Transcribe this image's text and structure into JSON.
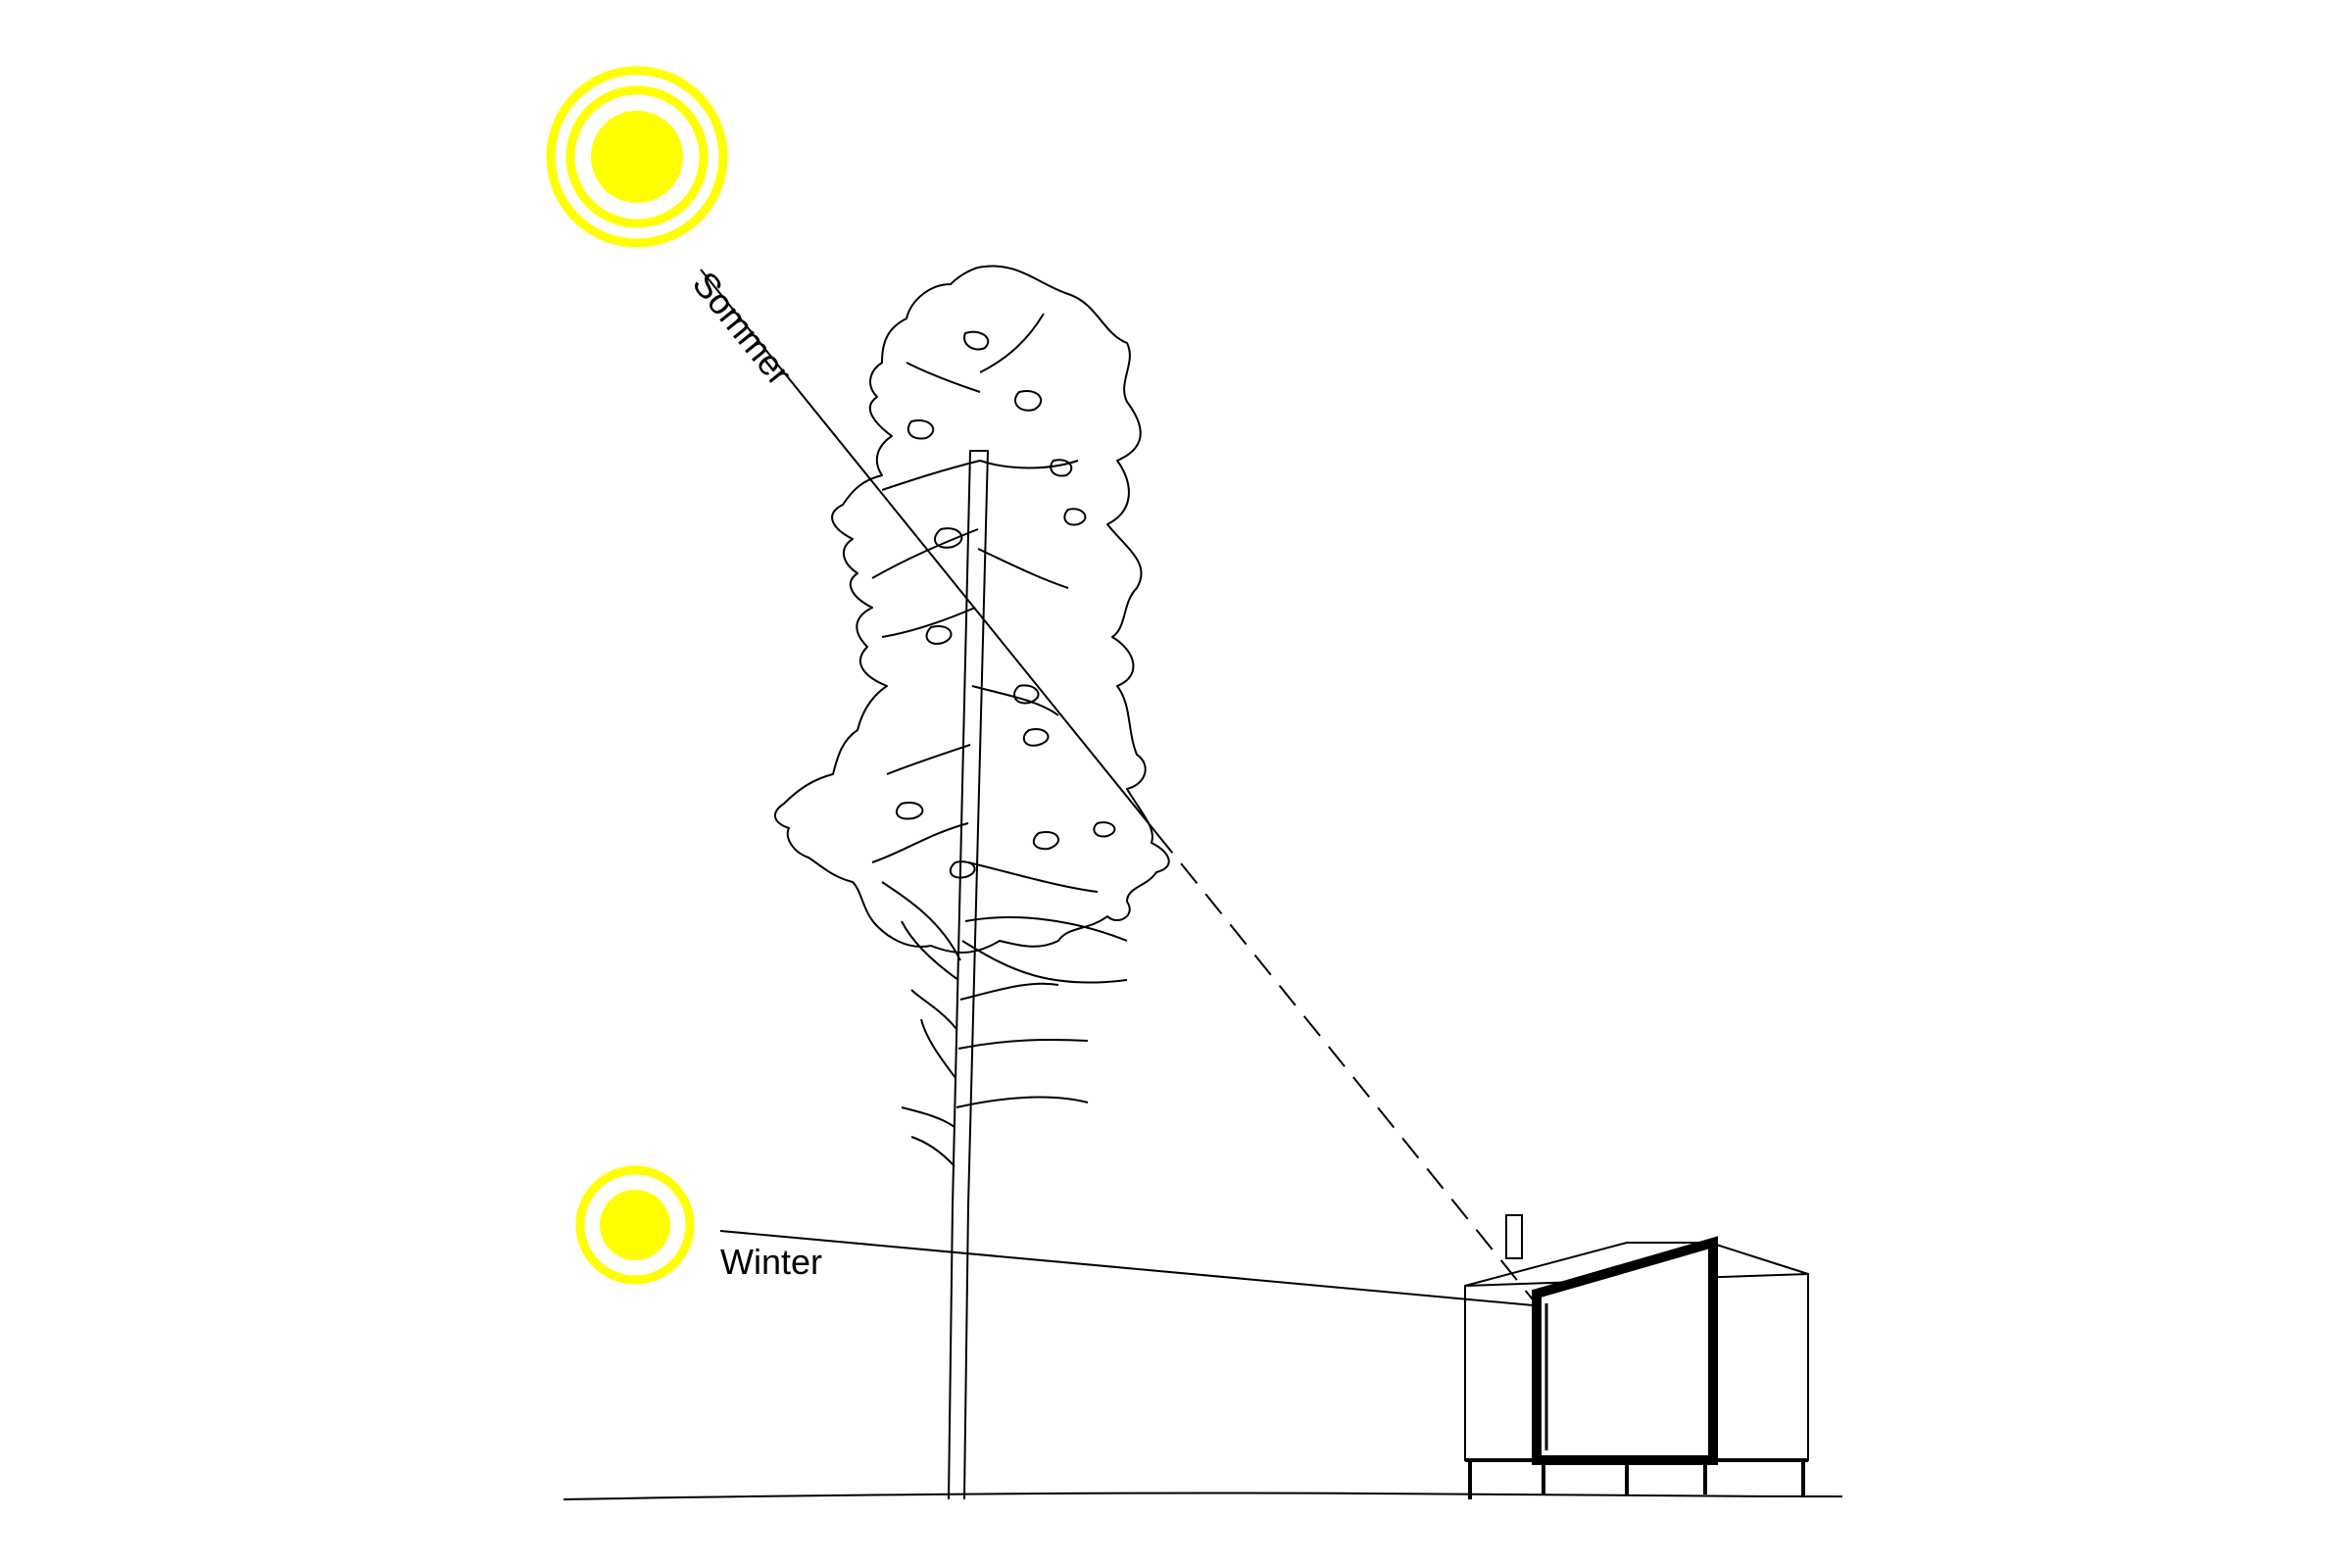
{
  "labels": {
    "summer": "Sommer",
    "winter": "Winter"
  },
  "colors": {
    "sun": "#ffff00",
    "line": "#000000",
    "background": "#ffffff"
  },
  "icons": {
    "summer_sun": "sun-with-two-rings",
    "winter_sun": "sun-with-one-ring"
  }
}
